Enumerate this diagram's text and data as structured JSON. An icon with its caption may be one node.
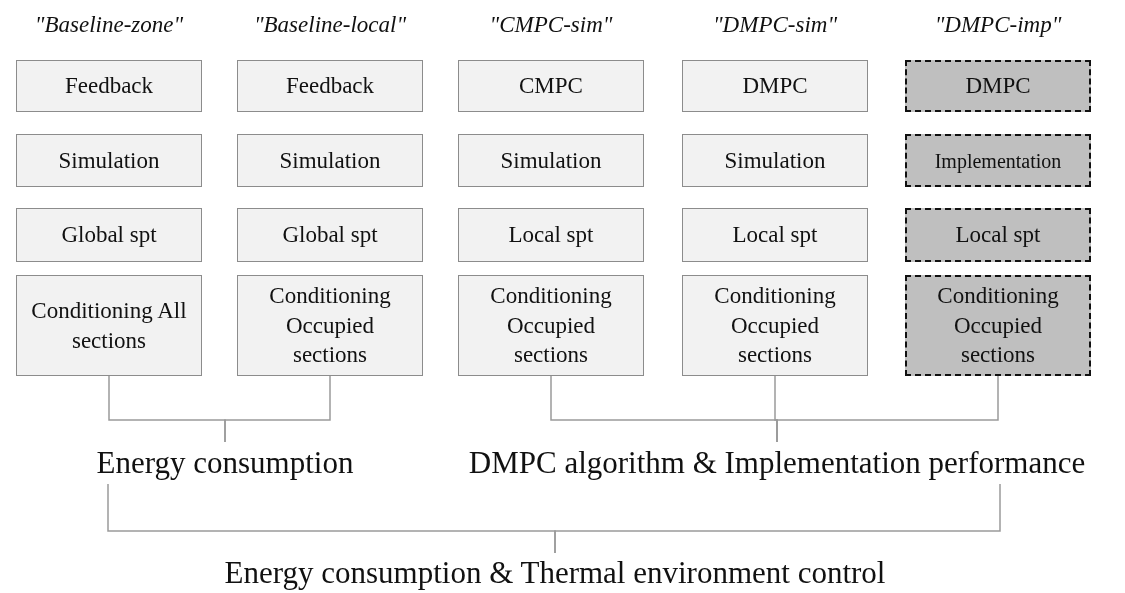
{
  "diagram": {
    "nodes": [
      {
        "text": [
          "Feedback"
        ]
      },
      {
        "text": [
          "Simulation"
        ]
      },
      {
        "text": [
          "Global spt"
        ]
      },
      {
        "text": [
          "Conditioning All sections"
        ]
      },
      {
        "text": [
          "Feedback"
        ]
      },
      {
        "text": [
          "Simulation"
        ]
      },
      {
        "text": [
          "Global spt"
        ]
      },
      {
        "text": [
          "Conditioning Occupied sections"
        ]
      },
      {
        "text": [
          "CMPC"
        ]
      },
      {
        "text": [
          "Simulation"
        ]
      },
      {
        "text": [
          "Local spt"
        ]
      },
      {
        "text": [
          "Conditioning Occupied sections"
        ]
      },
      {
        "text": [
          "DMPC"
        ]
      },
      {
        "text": [
          "Simulation"
        ]
      },
      {
        "text": [
          "Local spt"
        ]
      },
      {
        "text": [
          "Conditioning Occupied sections"
        ]
      },
      {
        "text": [
          "DMPC"
        ]
      },
      {
        "text": [
          "Implementation"
        ]
      },
      {
        "text": [
          "Local spt"
        ]
      },
      {
        "text": [
          "Conditioning Occupied sections"
        ]
      },
      {
        "text": [
          "Energy consumption"
        ]
      },
      {
        "text": [
          "DMPC algorithm & Implementation performance"
        ]
      },
      {
        "text": [
          "Energy consumption & Thermal environment control"
        ]
      }
    ],
    "edges": [
      {
        "from": 3,
        "to": 20,
        "arrow": "none"
      },
      {
        "from": 7,
        "to": 20,
        "arrow": "none"
      },
      {
        "from": 11,
        "to": 21,
        "arrow": "none"
      },
      {
        "from": 15,
        "to": 21,
        "arrow": "none"
      },
      {
        "from": 19,
        "to": 21,
        "arrow": "none"
      },
      {
        "from": 20,
        "to": 22,
        "arrow": "none"
      },
      {
        "from": 21,
        "to": 22,
        "arrow": "none"
      }
    ],
    "labels": [
      "\"Baseline-zone\"",
      "\"Baseline-local\"",
      "\"CMPC-sim\"",
      "\"DMPC-sim\"",
      "\"DMPC-imp\""
    ]
  }
}
